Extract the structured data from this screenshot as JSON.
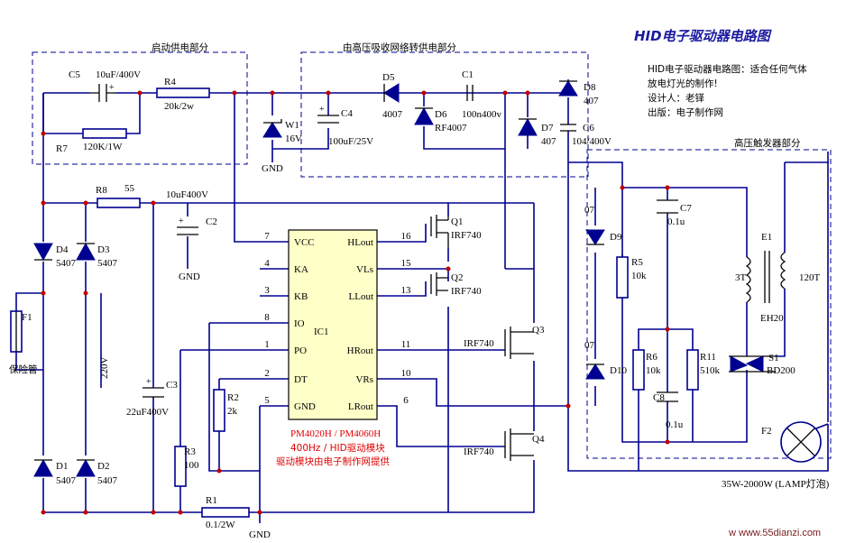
{
  "title": "HID电子驱动器电路图",
  "description": {
    "line1": "HID电子驱动器电路图：适合任何气体",
    "line2": "放电灯光的制作!",
    "line3": "设计人：老铎",
    "line4": "出版：电子制作网"
  },
  "sections": {
    "startup": "启动供电部分",
    "snubber": "由高压吸收网络转供电部分",
    "trigger": "高压触发器部分"
  },
  "ic": {
    "name": "IC1",
    "pins_left": [
      {
        "num": "7",
        "name": "VCC"
      },
      {
        "num": "4",
        "name": "KA"
      },
      {
        "num": "3",
        "name": "KB"
      },
      {
        "num": "8",
        "name": "IO"
      },
      {
        "num": "1",
        "name": "PO"
      },
      {
        "num": "2",
        "name": "DT"
      },
      {
        "num": "5",
        "name": "GND"
      }
    ],
    "pins_right": [
      {
        "num": "16",
        "name": "HLout"
      },
      {
        "num": "15",
        "name": "VLs"
      },
      {
        "num": "13",
        "name": "LLout"
      },
      {
        "num": "11",
        "name": "HRout"
      },
      {
        "num": "10",
        "name": "VRs"
      },
      {
        "num": "6",
        "name": "LRout"
      }
    ],
    "note1": "PM4020H / PM4060H",
    "note2": "400Hz / HID驱动模块",
    "note3": "驱动模块由电子制作网提供"
  },
  "labels": {
    "c5": "C5",
    "c5_val": "10uF/400V",
    "r4": "R4",
    "r4_val": "20k/2w",
    "r7": "R7",
    "r7_val": "120K/1W",
    "w1": "W1",
    "w1_val": "16V",
    "gnd1": "GND",
    "c4": "C4",
    "c4_val": "100uF/25V",
    "d5": "D5",
    "d5_val": "4007",
    "d6": "D6",
    "d6_val": "RF4007",
    "c1": "C1",
    "c1_val": "100n400v",
    "d8": "D8",
    "d8_val": "407",
    "d7": "D7",
    "d7_val": "407",
    "c6": "C6",
    "c6_val": "104/400V",
    "r8": "R8",
    "r8_val": "55",
    "c2_val": "10uF400V",
    "c2": "C2",
    "gnd2": "GND",
    "d4": "D4",
    "d4_val": "5407",
    "d3": "D3",
    "d3_val": "5407",
    "f1": "F1",
    "f1_val": "保险管",
    "v220": "220V",
    "c3": "C3",
    "c3_val": "22uF400V",
    "r2": "R2",
    "r2_val": "2k",
    "r3": "R3",
    "r3_val": "100",
    "d1": "D1",
    "d1_val": "5407",
    "d2": "D2",
    "d2_val": "5407",
    "r1": "R1",
    "r1_val": "0.1/2W",
    "gnd3": "GND",
    "q1": "Q1",
    "q1_val": "IRF740",
    "q2": "Q2",
    "q2_val": "IRF740",
    "q3": "Q3",
    "q3_val": "IRF740",
    "q4": "Q4",
    "q4_val": "IRF740",
    "d9_pre": "07",
    "d9": "D9",
    "d10_pre": "07",
    "d10": "D10",
    "r5": "R5",
    "r5_val": "10k",
    "r6": "R6",
    "r6_val": "10k",
    "c7": "C7",
    "c7_val": "0.1u",
    "c8": "C8",
    "c8_val": "0.1u",
    "r11": "R11",
    "r11_val": "510k",
    "e1": "E1",
    "e1_3t": "3T",
    "e1_120t": "120T",
    "e1_val": "EH20",
    "s1": "S1",
    "s1_val": "BD200",
    "f2": "F2",
    "lamp": "35W-2000W (LAMP灯泡)"
  },
  "watermark": "w  www.55dianzi.com",
  "colors": {
    "wire": "#000090",
    "title": "#1a1aa0",
    "red_text": "#e00000",
    "junction": "#c00000"
  }
}
